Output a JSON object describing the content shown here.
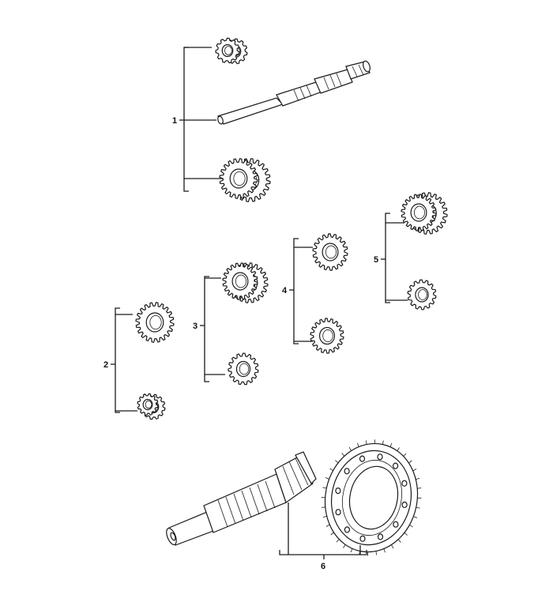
{
  "callouts": [
    {
      "id": "1",
      "label": "1"
    },
    {
      "id": "2",
      "label": "2"
    },
    {
      "id": "3",
      "label": "3"
    },
    {
      "id": "4",
      "label": "4"
    },
    {
      "id": "5",
      "label": "5"
    },
    {
      "id": "6",
      "label": "6"
    }
  ],
  "colors": {
    "ink": "#1a1a1a",
    "background": "#ffffff"
  },
  "icons": [
    "spur-gear-icon",
    "input-shaft-icon",
    "pinion-shaft-icon",
    "ring-gear-icon"
  ]
}
